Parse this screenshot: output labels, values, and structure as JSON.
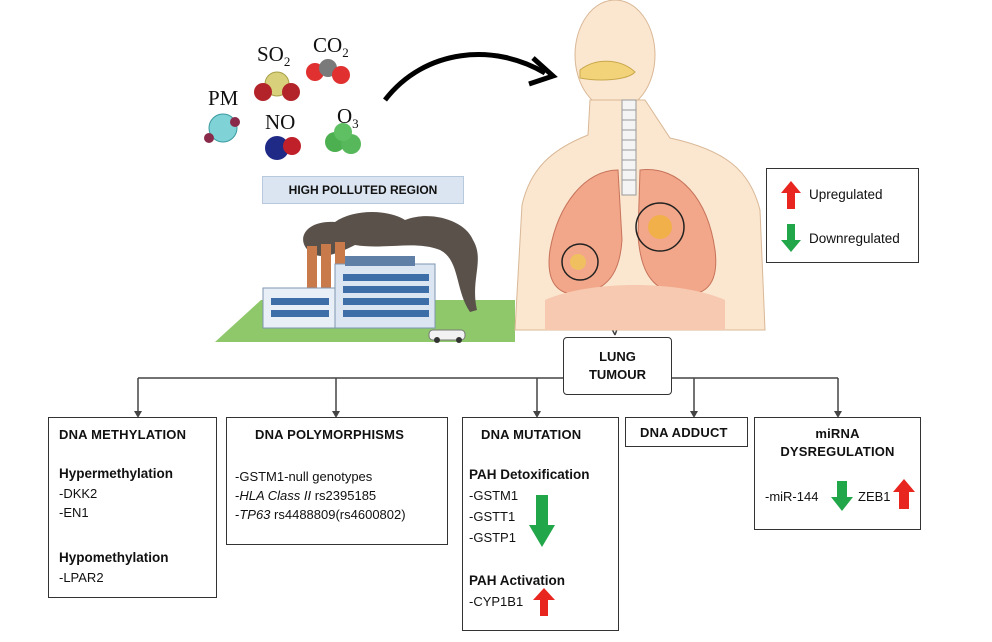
{
  "pollutants": {
    "pm": "PM",
    "so2": {
      "base": "SO",
      "sub": "2"
    },
    "co2": {
      "base": "CO",
      "sub": "2"
    },
    "no": "NO",
    "o3": {
      "base": "O",
      "sub": "3"
    }
  },
  "region_banner": "HIGH POLLUTED REGION",
  "legend": {
    "up": "Upregulated",
    "down": "Downregulated",
    "up_color": "#e8261f",
    "down_color": "#22a64a"
  },
  "center_node": {
    "line1": "LUNG",
    "line2": "TUMOUR"
  },
  "categories": {
    "methylation": {
      "title": "DNA METHYLATION",
      "hyper_title": "Hypermethylation",
      "hyper_items": [
        "-DKK2",
        "-EN1"
      ],
      "hypo_title": "Hypomethylation",
      "hypo_items": [
        "-LPAR2"
      ]
    },
    "polymorphisms": {
      "title": "DNA POLYMORPHISMS",
      "item1": "-GSTM1-null genotypes",
      "item2_prefix": "-",
      "item2_italic": "HLA Class II",
      "item2_rest": " rs2395185",
      "item3_prefix": "-",
      "item3_italic": "TP63",
      "item3_rest": " rs4488809(rs4600802)"
    },
    "mutation": {
      "title": "DNA MUTATION",
      "detox_title": "PAH Detoxification",
      "detox_items": [
        "-GSTM1",
        "-GSTT1",
        "-GSTP1"
      ],
      "activation_title": "PAH Activation",
      "activation_items": [
        "-CYP1B1"
      ]
    },
    "adduct": {
      "title": "DNA ADDUCT"
    },
    "mirna": {
      "title_line1": "miRNA",
      "title_line2": "DYSREGULATION",
      "item1": "-miR-144",
      "item2": "ZEB1"
    }
  }
}
